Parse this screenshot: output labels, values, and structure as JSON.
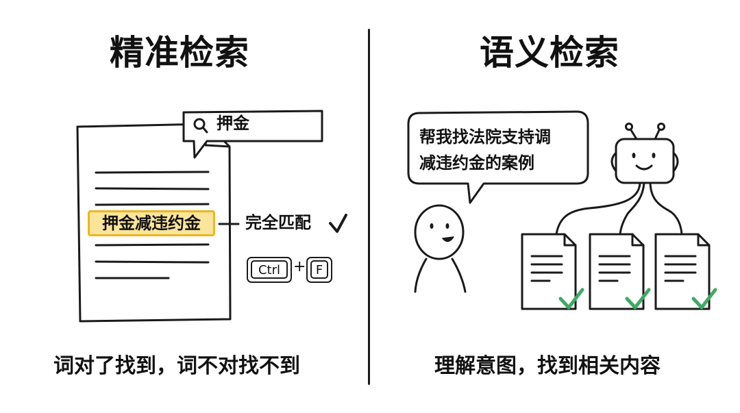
{
  "left_panel": {
    "title": "精准检索",
    "search_query": "押金",
    "highlighted_term": "押金减违约金",
    "match_label": "完全匹配",
    "shortcut": {
      "ctrl_key": "Ctrl",
      "plus": "+",
      "f_key": "F"
    },
    "caption": "词对了找到，词不对找不到"
  },
  "right_panel": {
    "title": "语义检索",
    "speech_bubble": {
      "line1": "帮我找法院支持调",
      "line2": "减违约金的案例"
    },
    "caption": "理解意图，找到相关内容"
  },
  "colors": {
    "highlight_fill": "#fbe59a",
    "highlight_border": "#ecb620",
    "check_green": "#3fa964",
    "ink": "#1a1a1a"
  },
  "icons": [
    "search-icon",
    "checkmark-icon",
    "robot-icon",
    "person-icon",
    "document-icon"
  ]
}
